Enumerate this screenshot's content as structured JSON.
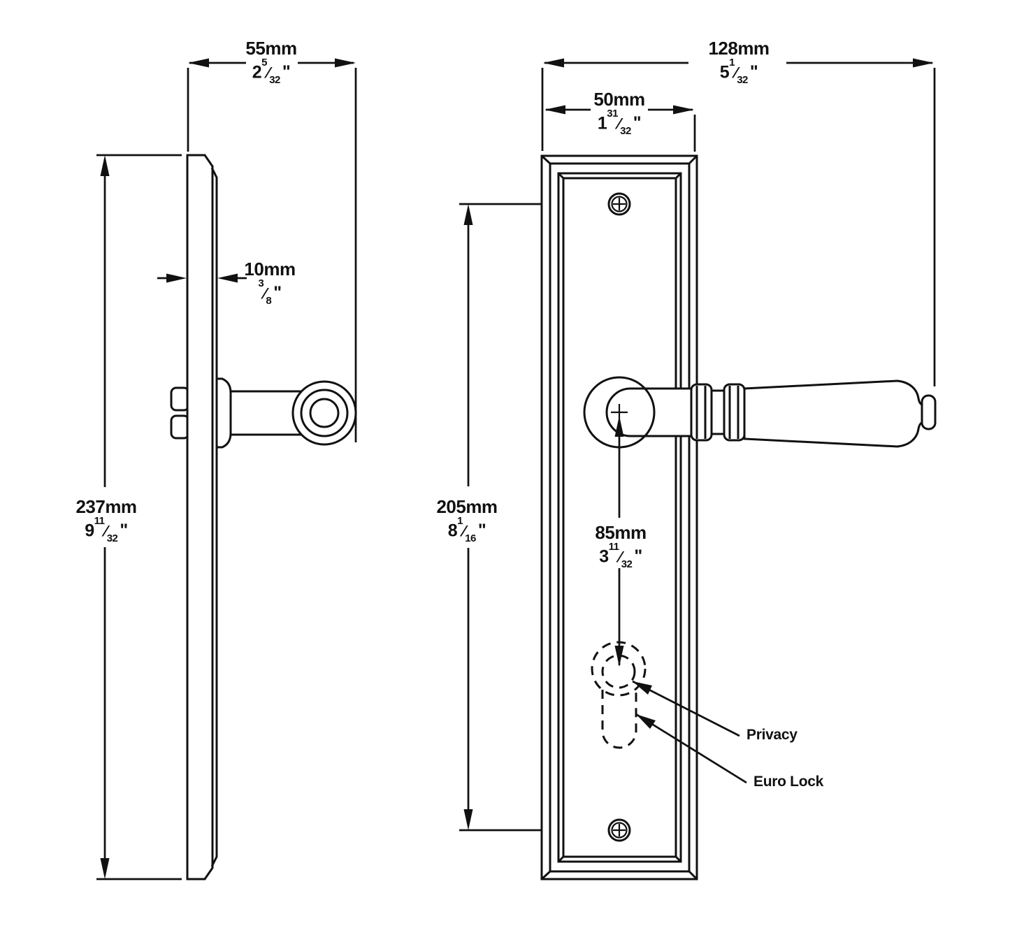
{
  "colors": {
    "line": "#111111",
    "background": "#ffffff"
  },
  "symbols": {
    "fraction_slash": "⁄",
    "inch_mark": "\""
  },
  "callouts": {
    "privacy": "Privacy",
    "euro_lock": "Euro Lock"
  },
  "dimensions": {
    "side_width": {
      "mm": "55mm",
      "inch_whole": "2",
      "inch_num": "5",
      "inch_den": "32"
    },
    "plate_thickness": {
      "mm": "10mm",
      "inch_whole": "",
      "inch_num": "3",
      "inch_den": "8"
    },
    "plate_height": {
      "mm": "237mm",
      "inch_whole": "9",
      "inch_num": "11",
      "inch_den": "32"
    },
    "overall_width": {
      "mm": "128mm",
      "inch_whole": "5",
      "inch_num": "1",
      "inch_den": "32"
    },
    "plate_width": {
      "mm": "50mm",
      "inch_whole": "1",
      "inch_num": "31",
      "inch_den": "32"
    },
    "fixing_centres": {
      "mm": "205mm",
      "inch_whole": "8",
      "inch_num": "1",
      "inch_den": "16"
    },
    "lever_to_keyhole": {
      "mm": "85mm",
      "inch_whole": "3",
      "inch_num": "11",
      "inch_den": "32"
    }
  }
}
